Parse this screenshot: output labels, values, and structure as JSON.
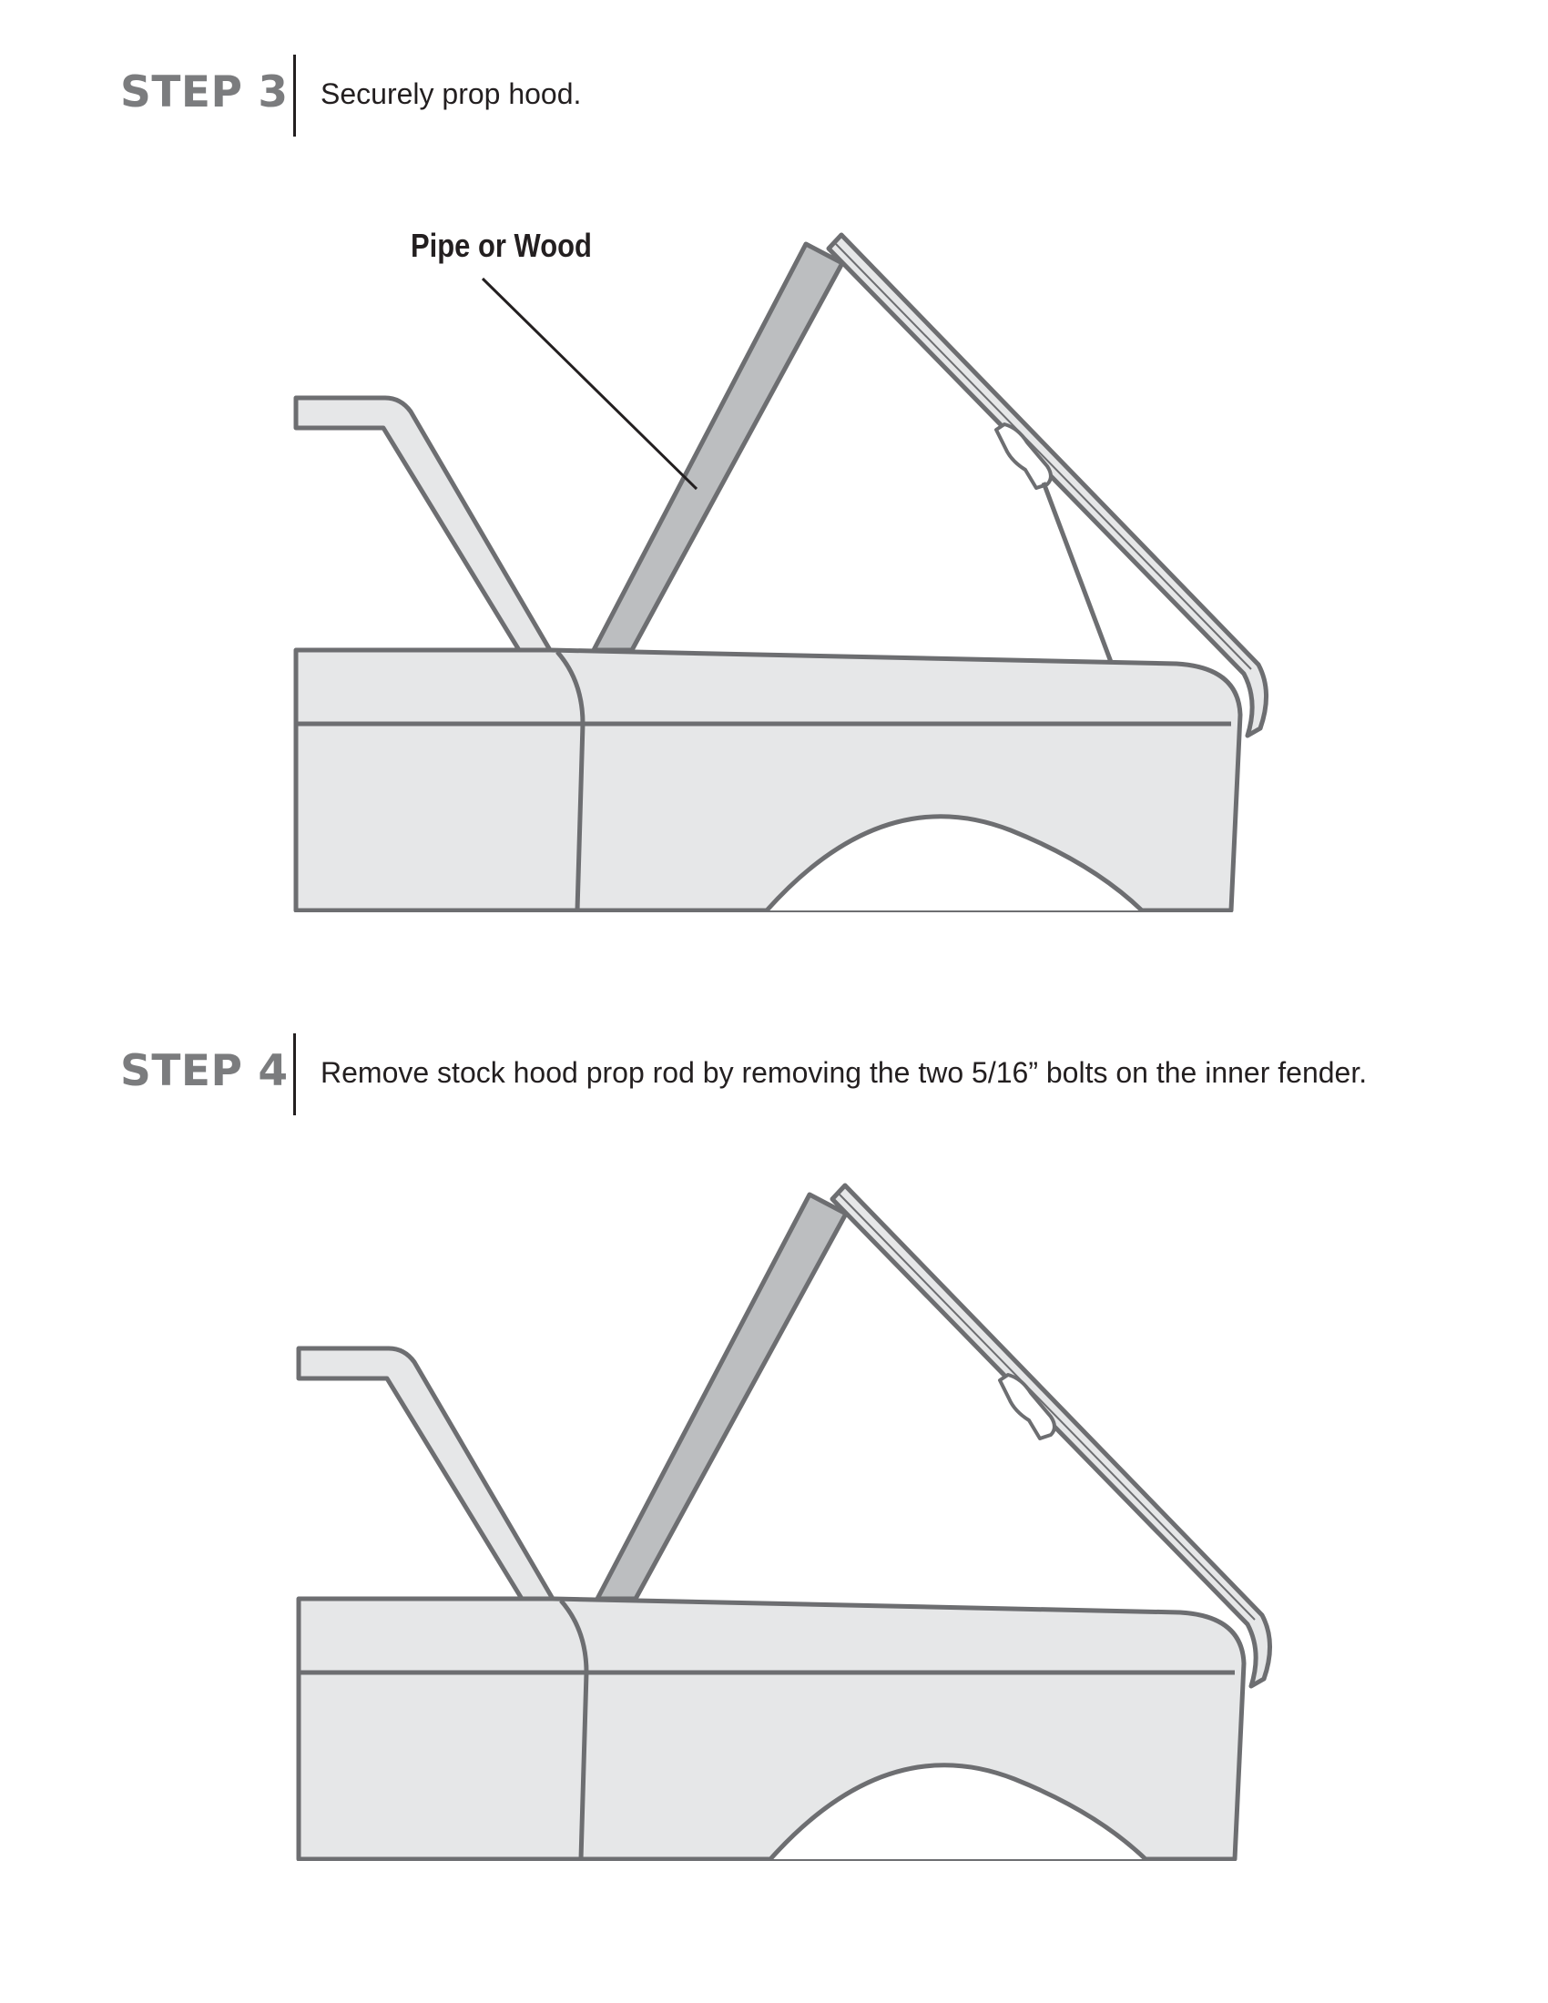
{
  "steps": [
    {
      "label": "STEP 3",
      "instruction": "Securely prop hood.",
      "callout": "Pipe or Wood"
    },
    {
      "label": "STEP 4",
      "instruction": "Remove stock hood prop rod by removing the two 5/16” bolts on the inner fender."
    }
  ],
  "colors": {
    "label_gray": "#7b7c7e",
    "text": "#231f20",
    "outline": "#6d6e71",
    "body_fill": "#e6e7e8",
    "prop_fill": "#bcbec0"
  }
}
